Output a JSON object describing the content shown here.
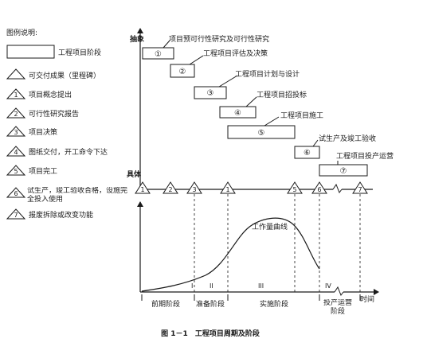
{
  "legend": {
    "title": "图例说明:",
    "items": [
      {
        "symbol": "box",
        "text": "工程项目阶段"
      },
      {
        "symbol": "triangle",
        "text": "可交付成果（里程碑）"
      },
      {
        "symbol": "1",
        "text": "项目概念提出"
      },
      {
        "symbol": "2",
        "text": "可行性研究报告"
      },
      {
        "symbol": "3",
        "text": "项目决策"
      },
      {
        "symbol": "4",
        "text": "图纸交付，开工命令下达"
      },
      {
        "symbol": "5",
        "text": "项目完工"
      },
      {
        "symbol": "6",
        "text": "试生产，竣工验收合格，设施完全投入使用"
      },
      {
        "symbol": "7",
        "text": "报废拆除或改变功能"
      }
    ]
  },
  "upper_axis": {
    "top_label": "抽象",
    "bottom_label": "具体"
  },
  "phases": [
    {
      "num": "①",
      "label": "项目预可行性研究及可行性研究"
    },
    {
      "num": "②",
      "label": "工程项目评估及决策"
    },
    {
      "num": "③",
      "label": "工程项目计划与设计"
    },
    {
      "num": "④",
      "label": "工程项目招投标"
    },
    {
      "num": "⑤",
      "label": "工程项目施工"
    },
    {
      "num": "⑥",
      "label": "试生产及竣工验收"
    },
    {
      "num": "⑦",
      "label": "工程项目投产运营"
    }
  ],
  "milestones": [
    "1",
    "2",
    "3",
    "1",
    "5",
    "6",
    "7"
  ],
  "curve_label": "工作量曲线",
  "period_numerals": [
    "I",
    "II",
    "III",
    "IV"
  ],
  "lower_phases": [
    "前期阶段",
    "准备阶段",
    "实施阶段",
    "投产运营阶段"
  ],
  "time_label": "时间",
  "caption": "图 1－1　工程项目周期及阶段"
}
